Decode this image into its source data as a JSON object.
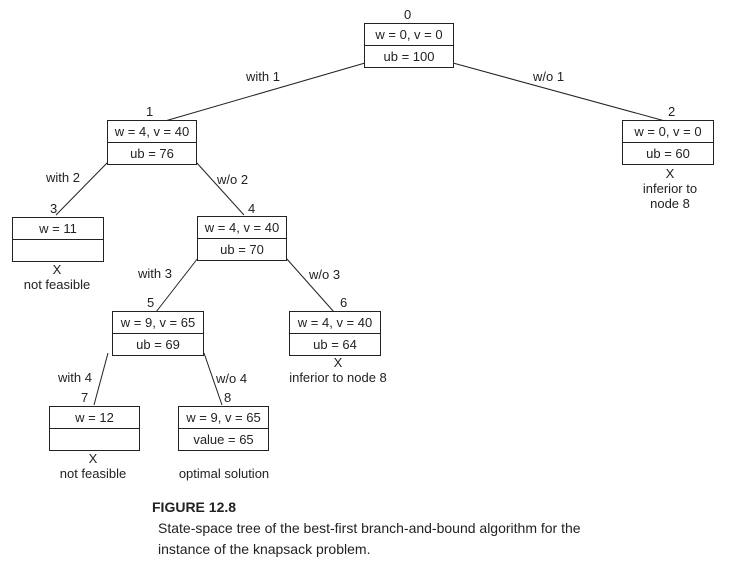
{
  "nodes": [
    {
      "id": "0",
      "line1": "w = 0, v = 0",
      "line2": "ub = 100"
    },
    {
      "id": "1",
      "line1": "w = 4, v = 40",
      "line2": "ub = 76"
    },
    {
      "id": "2",
      "line1": "w = 0, v = 0",
      "line2": "ub = 60"
    },
    {
      "id": "3",
      "line1": "w = 11",
      "line2": ""
    },
    {
      "id": "4",
      "line1": "w = 4, v = 40",
      "line2": "ub = 70"
    },
    {
      "id": "5",
      "line1": "w = 9, v = 65",
      "line2": "ub = 69"
    },
    {
      "id": "6",
      "line1": "w = 4, v = 40",
      "line2": "ub = 64"
    },
    {
      "id": "7",
      "line1": "w = 12",
      "line2": ""
    },
    {
      "id": "8",
      "line1": "w = 9, v = 65",
      "line2": "value = 65"
    }
  ],
  "edges": [
    {
      "from": "0",
      "to": "1",
      "label": "with 1"
    },
    {
      "from": "0",
      "to": "2",
      "label": "w/o 1"
    },
    {
      "from": "1",
      "to": "3",
      "label": "with 2"
    },
    {
      "from": "1",
      "to": "4",
      "label": "w/o 2"
    },
    {
      "from": "4",
      "to": "5",
      "label": "with 3"
    },
    {
      "from": "4",
      "to": "6",
      "label": "w/o 3"
    },
    {
      "from": "5",
      "to": "7",
      "label": "with 4"
    },
    {
      "from": "5",
      "to": "8",
      "label": "w/o 4"
    }
  ],
  "notes": {
    "n2": {
      "mark": "X",
      "line1": "inferior to",
      "line2": "node 8"
    },
    "n3": {
      "mark": "X",
      "line1": "not feasible"
    },
    "n6": {
      "mark": "X",
      "line1": "inferior to node 8"
    },
    "n7": {
      "mark": "X",
      "line1": "not feasible"
    },
    "n8": {
      "line1": "optimal solution"
    }
  },
  "caption": {
    "figure_label": "FIGURE 12.8",
    "text": "State-space tree of the best-first branch-and-bound algorithm for the instance of the knapsack problem."
  }
}
